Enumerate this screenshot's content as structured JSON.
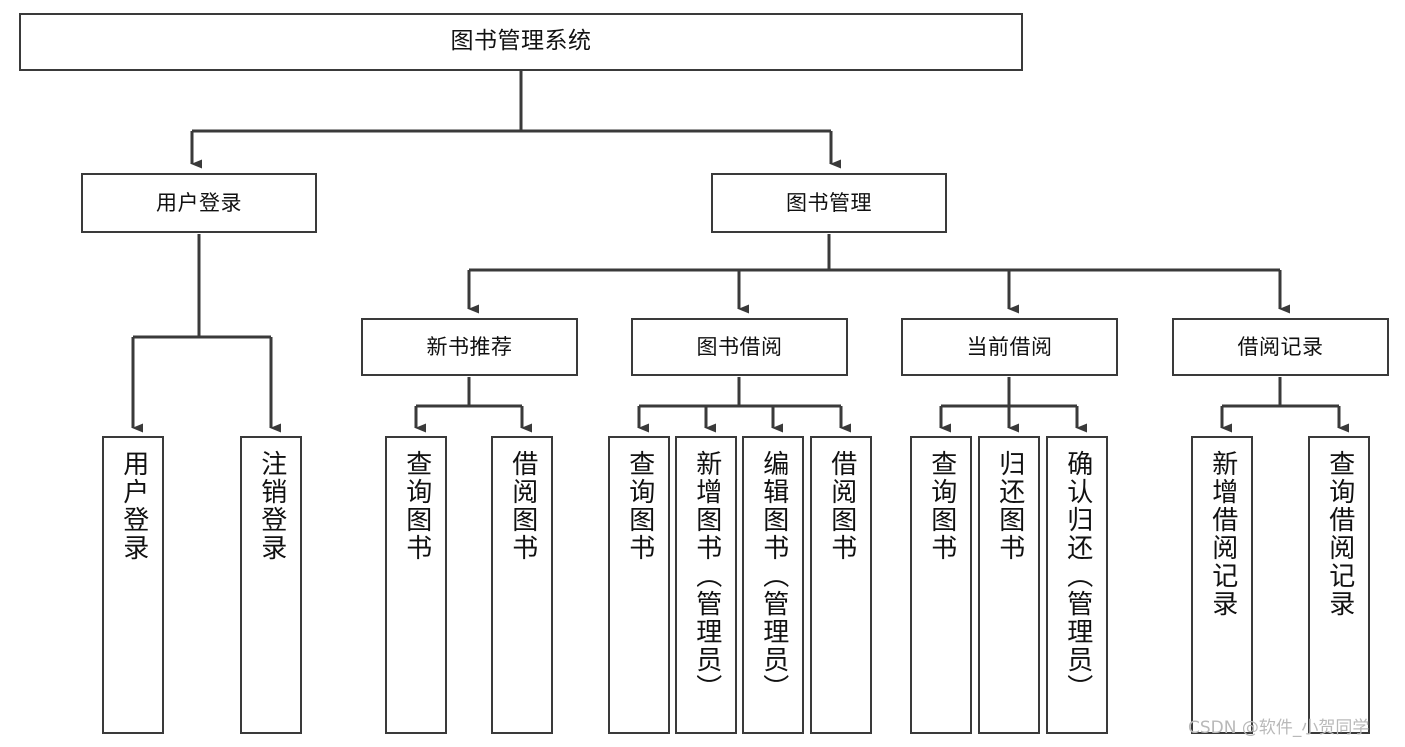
{
  "diagram": {
    "title": "图书管理系统",
    "type": "tree-hierarchy-chart",
    "orientation": "top-down",
    "watermark": "CSDN @软件_小贺同学",
    "colors": {
      "box_stroke": "#3a3a3a",
      "box_fill": "#ffffff",
      "edge_stroke": "#3a3a3a",
      "text": "#111111",
      "watermark": "#b9b9b9",
      "background": "#ffffff"
    },
    "nodes": {
      "root": {
        "label": "图书管理系统",
        "level": 1
      },
      "level2": [
        {
          "id": "user-login",
          "label": "用户登录"
        },
        {
          "id": "book-manage",
          "label": "图书管理"
        }
      ],
      "level3": [
        {
          "id": "new-book-recommend",
          "label": "新书推荐",
          "parent": "book-manage"
        },
        {
          "id": "book-borrow",
          "label": "图书借阅",
          "parent": "book-manage"
        },
        {
          "id": "current-borrow",
          "label": "当前借阅",
          "parent": "book-manage"
        },
        {
          "id": "borrow-record",
          "label": "借阅记录",
          "parent": "book-manage"
        }
      ],
      "leaves": [
        {
          "id": "leaf-user-login",
          "label": "用户登录",
          "parent": "user-login"
        },
        {
          "id": "leaf-logout-login",
          "label": "注销登录",
          "parent": "user-login"
        },
        {
          "id": "leaf-query-book-1",
          "label": "查询图书",
          "parent": "new-book-recommend"
        },
        {
          "id": "leaf-borrow-book-1",
          "label": "借阅图书",
          "parent": "new-book-recommend"
        },
        {
          "id": "leaf-query-book-2",
          "label": "查询图书",
          "parent": "book-borrow"
        },
        {
          "id": "leaf-add-book",
          "label": "新增图书（管理员）",
          "parent": "book-borrow"
        },
        {
          "id": "leaf-edit-book",
          "label": "编辑图书（管理员）",
          "parent": "book-borrow"
        },
        {
          "id": "leaf-borrow-book-2",
          "label": "借阅图书",
          "parent": "book-borrow"
        },
        {
          "id": "leaf-query-book-3",
          "label": "查询图书",
          "parent": "current-borrow"
        },
        {
          "id": "leaf-return-book",
          "label": "归还图书",
          "parent": "current-borrow"
        },
        {
          "id": "leaf-confirm-return",
          "label": "确认归还（管理员）",
          "parent": "current-borrow"
        },
        {
          "id": "leaf-add-record",
          "label": "新增借阅记录",
          "parent": "borrow-record"
        },
        {
          "id": "leaf-query-record",
          "label": "查询借阅记录",
          "parent": "borrow-record"
        }
      ]
    }
  }
}
